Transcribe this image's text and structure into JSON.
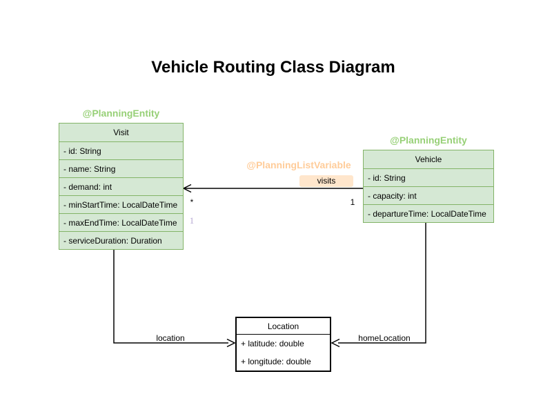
{
  "title": "Vehicle Routing Class Diagram",
  "colors": {
    "green_fill": "#d5e8d4",
    "green_stroke": "#82b366",
    "green_label": "#97d077",
    "peach_label": "#ffcc99",
    "peach_fill": "#ffe6cc",
    "purple_label": "#b5a7d3",
    "line_color": "#000000"
  },
  "classes": {
    "visit": {
      "annotation": "@PlanningEntity",
      "name": "Visit",
      "attributes": [
        "- id: String",
        "- name: String",
        "- demand: int",
        "- minStartTime: LocalDateTime",
        "- maxEndTime: LocalDateTime",
        "- serviceDuration: Duration"
      ]
    },
    "vehicle": {
      "annotation": "@PlanningEntity",
      "name": "Vehicle",
      "attributes": [
        "- id: String",
        "- capacity: int",
        "- departureTime: LocalDateTime"
      ]
    },
    "location": {
      "name": "Location",
      "attributes": [
        "+ latitude: double",
        "+ longitude: double"
      ]
    }
  },
  "edges": {
    "visits": {
      "annotation": "@PlanningListVariable",
      "label": "visits",
      "target_multiplicity": "*",
      "source_multiplicity": "1",
      "secondary_multiplicity": "1"
    },
    "location": {
      "label": "location"
    },
    "home_location": {
      "label": "homeLocation"
    }
  }
}
